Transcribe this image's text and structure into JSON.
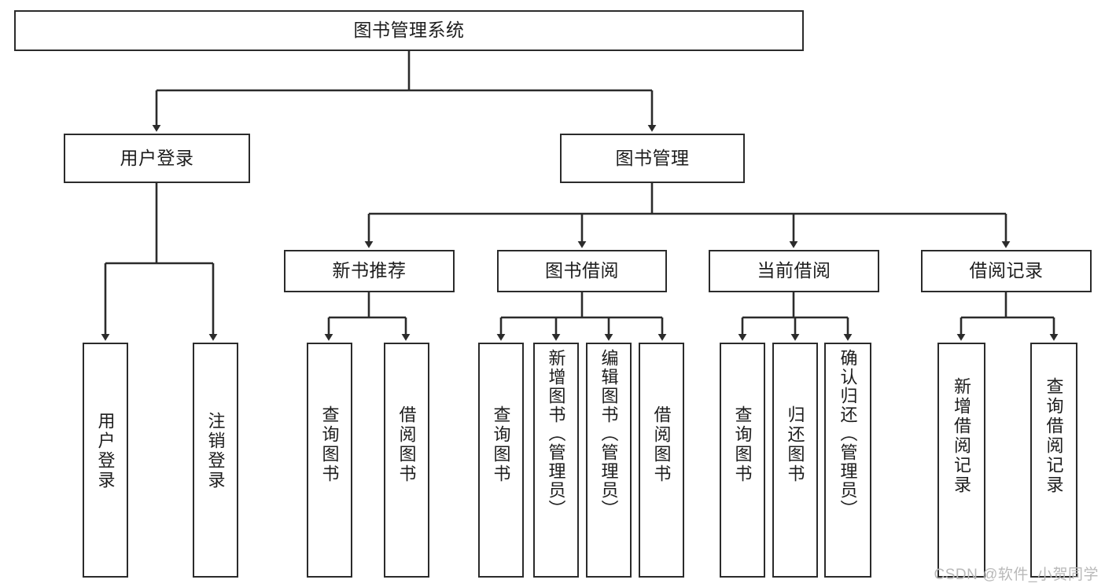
{
  "diagram": {
    "title": "图书管理系统",
    "type": "tree",
    "colors": {
      "stroke": "#2b2b2b",
      "fill": "#ffffff",
      "text": "#1d1d1d",
      "watermark": "#b9b9b9"
    },
    "nodes": {
      "root": {
        "label": "图书管理系统"
      },
      "level2": [
        {
          "label": "用户登录"
        },
        {
          "label": "图书管理"
        }
      ],
      "level3": [
        {
          "label": "新书推荐"
        },
        {
          "label": "图书借阅"
        },
        {
          "label": "当前借阅"
        },
        {
          "label": "借阅记录"
        }
      ],
      "leaves": {
        "user_login": [
          {
            "label": "用户登录"
          },
          {
            "label": "注销登录"
          }
        ],
        "new_book": [
          {
            "label": "查询图书"
          },
          {
            "label": "借阅图书"
          }
        ],
        "book_borrow": [
          {
            "label": "查询图书"
          },
          {
            "label": "新增图书（管理员）"
          },
          {
            "label": "编辑图书（管理员）"
          },
          {
            "label": "借阅图书"
          }
        ],
        "current_borrow": [
          {
            "label": "查询图书"
          },
          {
            "label": "归还图书"
          },
          {
            "label": "确认归还（管理员）"
          }
        ],
        "borrow_record": [
          {
            "label": "新增借阅记录"
          },
          {
            "label": "查询借阅记录"
          }
        ]
      }
    }
  },
  "watermark": {
    "text": "CSDN @软件_小贺同学"
  }
}
